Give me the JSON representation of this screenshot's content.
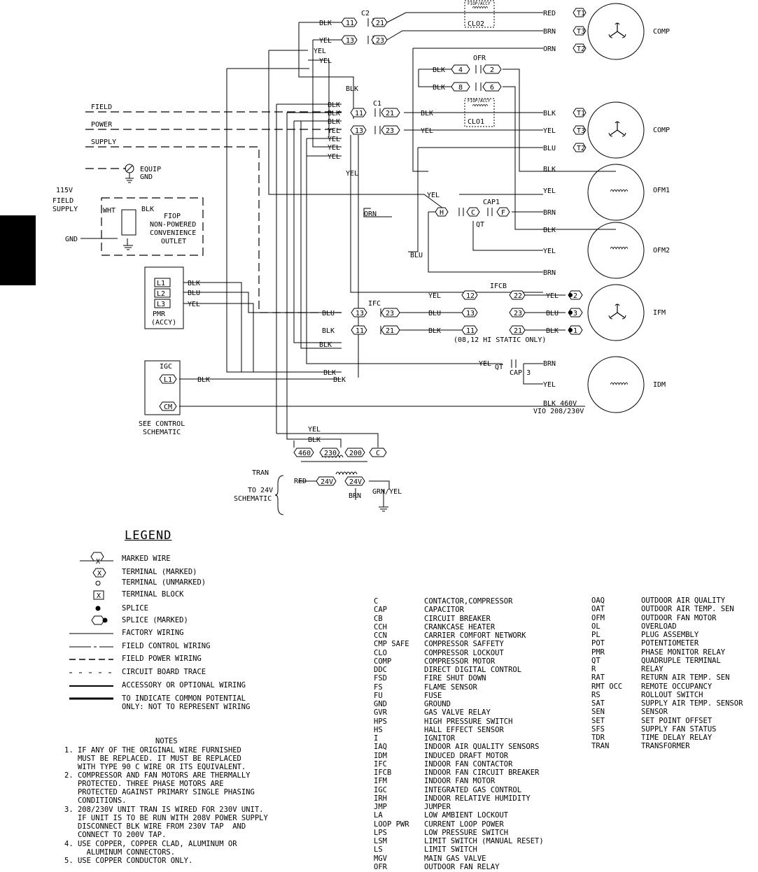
{
  "wire_colors": {
    "blk": "BLK",
    "yel": "YEL",
    "blu": "BLU",
    "brn": "BRN",
    "red": "RED",
    "orn": "ORN",
    "wht": "WHT",
    "blk_460": "BLK 460V",
    "vio": "VIO 208/230V",
    "grn_yel": "GRN/YEL"
  },
  "components": {
    "comp": "COMP",
    "ofm1": "OFM1",
    "ofm2": "OFM2",
    "ifm": "IFM",
    "idm": "IDM",
    "c1": "C1",
    "c2": "C2",
    "ofr": "OFR",
    "cap1": "CAP1",
    "cap3": "CAP 3",
    "ifc": "IFC",
    "ifcb": "IFCB",
    "igc": "IGC",
    "tran": "TRAN",
    "qt": "QT",
    "clo1": "CLO1",
    "clo2": "CLO2",
    "fiop_accy": "FIOP/ACCY",
    "pmr_line1": "PMR",
    "pmr_line2": "(ACCY)",
    "hi_static": "(08,12 HI STATIC ONLY)"
  },
  "field_labels": {
    "field": "FIELD",
    "power": "POWER",
    "supply": "SUPPLY",
    "equip": "EQUIP",
    "gnd": "GND",
    "v115": "115V",
    "field_supply_1": "FIELD",
    "field_supply_2": "SUPPLY",
    "fiop_1": "FIOP",
    "fiop_2": "NON-POWERED",
    "fiop_3": "CONVENIENCE",
    "fiop_4": "OUTLET",
    "see_control_1": "SEE CONTROL",
    "see_control_2": "SCHEMATIC",
    "to_24v_1": "TO 24V",
    "to_24v_2": "SCHEMATIC"
  },
  "terminals": {
    "t1": "T1",
    "t2": "T2",
    "t3": "T3",
    "l1": "L1",
    "l2": "L2",
    "l3": "L3",
    "cm": "CM",
    "n11": "11",
    "n13": "13",
    "n21": "21",
    "n23": "23",
    "n4": "4",
    "n2": "2",
    "n8": "8",
    "n6": "6",
    "n12": "12",
    "n22": "22",
    "n1": "1",
    "n3": "3",
    "h": "H",
    "c": "C",
    "f": "F",
    "v460": "460",
    "v230": "230",
    "v200": "200",
    "v24": "24V"
  },
  "legend": {
    "title": "LEGEND",
    "x": "X",
    "items": [
      "MARKED WIRE",
      "TERMINAL (MARKED)",
      "TERMINAL (UNMARKED)",
      "TERMINAL BLOCK",
      "SPLICE",
      "SPLICE (MARKED)",
      "FACTORY WIRING",
      "FIELD CONTROL WIRING",
      "FIELD POWER WIRING",
      "CIRCUIT BOARD TRACE",
      "ACCESSORY OR OPTIONAL WIRING",
      "TO INDICATE COMMON POTENTIAL",
      "ONLY: NOT TO REPRESENT WIRING"
    ]
  },
  "notes": {
    "title": "NOTES",
    "items": [
      "1. IF ANY OF THE ORIGINAL WIRE FURNISHED\n   MUST BE REPLACED. IT MUST BE REPLACED\n   WITH TYPE 90 C WIRE OR ITS EQUIVALENT.",
      "2. COMPRESSOR AND FAN MOTORS ARE THERMALLY\n   PROTECTED. THREE PHASE MOTORS ARE\n   PROTECTED AGAINST PRIMARY SINGLE PHASING\n   CONDITIONS.",
      "3. 208/230V UNIT TRAN IS WIRED FOR 230V UNIT.\n   IF UNIT IS TO BE RUN WITH 208V POWER SUPPLY\n   DISCONNECT BLK WIRE FROM 230V TAP  AND\n   CONNECT TO 200V TAP.",
      "4. USE COPPER, COPPER CLAD, ALUMINUM OR\n     ALUMINUM CONNECTORS.",
      "5. USE COPPER CONDUCTOR ONLY."
    ]
  },
  "abbreviations_left": [
    {
      "abbr": "C",
      "meaning": "CONTACTOR,COMPRESSOR"
    },
    {
      "abbr": "CAP",
      "meaning": "CAPACITOR"
    },
    {
      "abbr": "CB",
      "meaning": "CIRCUIT BREAKER"
    },
    {
      "abbr": "CCH",
      "meaning": "CRANKCASE HEATER"
    },
    {
      "abbr": "CCN",
      "meaning": "CARRIER COMFORT NETWORK"
    },
    {
      "abbr": "CMP SAFE",
      "meaning": "COMPRESSOR SAFFETY"
    },
    {
      "abbr": "CLO",
      "meaning": "COMPRESSOR LOCKOUT"
    },
    {
      "abbr": "COMP",
      "meaning": "COMPRESSOR MOTOR"
    },
    {
      "abbr": "DDC",
      "meaning": "DIRECT DIGITAL CONTROL"
    },
    {
      "abbr": "FSD",
      "meaning": "FIRE SHUT DOWN"
    },
    {
      "abbr": "FS",
      "meaning": "FLAME SENSOR"
    },
    {
      "abbr": "FU",
      "meaning": "FUSE"
    },
    {
      "abbr": "GND",
      "meaning": "GROUND"
    },
    {
      "abbr": "GVR",
      "meaning": "GAS VALVE RELAY"
    },
    {
      "abbr": "HPS",
      "meaning": "HIGH PRESSURE SWITCH"
    },
    {
      "abbr": "HS",
      "meaning": "HALL EFFECT SENSOR"
    },
    {
      "abbr": "I",
      "meaning": "IGNITOR"
    },
    {
      "abbr": "IAQ",
      "meaning": "INDOOR AIR QUALITY SENSORS"
    },
    {
      "abbr": "IDM",
      "meaning": "INDUCED DRAFT MOTOR"
    },
    {
      "abbr": "IFC",
      "meaning": "INDOOR FAN CONTACTOR"
    },
    {
      "abbr": "IFCB",
      "meaning": "INDOOR FAN CIRCUIT BREAKER"
    },
    {
      "abbr": "IFM",
      "meaning": "INDOOR FAN MOTOR"
    },
    {
      "abbr": "IGC",
      "meaning": "INTEGRATED GAS CONTROL"
    },
    {
      "abbr": "IRH",
      "meaning": "INDOOR RELATIVE HUMIDITY"
    },
    {
      "abbr": "JMP",
      "meaning": "JUMPER"
    },
    {
      "abbr": "LA",
      "meaning": "LOW AMBIENT LOCKOUT"
    },
    {
      "abbr": "LOOP PWR",
      "meaning": "CURRENT LOOP POWER"
    },
    {
      "abbr": "LPS",
      "meaning": "LOW PRESSURE SWITCH"
    },
    {
      "abbr": "LSM",
      "meaning": "LIMIT SWITCH (MANUAL RESET)"
    },
    {
      "abbr": "LS",
      "meaning": "LIMIT SWITCH"
    },
    {
      "abbr": "MGV",
      "meaning": "MAIN GAS VALVE"
    },
    {
      "abbr": "OFR",
      "meaning": "OUTDOOR FAN RELAY"
    }
  ],
  "abbreviations_right": [
    {
      "abbr": "OAQ",
      "meaning": "OUTDOOR AIR QUALITY"
    },
    {
      "abbr": "OAT",
      "meaning": "OUTDOOR AIR TEMP. SEN"
    },
    {
      "abbr": "OFM",
      "meaning": "OUTDOOR FAN MOTOR"
    },
    {
      "abbr": "OL",
      "meaning": "OVERLOAD"
    },
    {
      "abbr": "PL",
      "meaning": "PLUG ASSEMBLY"
    },
    {
      "abbr": "POT",
      "meaning": "POTENTIOMETER"
    },
    {
      "abbr": "PMR",
      "meaning": "PHASE MONITOR RELAY"
    },
    {
      "abbr": "QT",
      "meaning": "QUADRUPLE TERMINAL"
    },
    {
      "abbr": "R",
      "meaning": "RELAY"
    },
    {
      "abbr": "RAT",
      "meaning": "RETURN AIR TEMP. SEN"
    },
    {
      "abbr": "RMT OCC",
      "meaning": "REMOTE OCCUPANCY"
    },
    {
      "abbr": "RS",
      "meaning": "ROLLOUT SWITCH"
    },
    {
      "abbr": "SAT",
      "meaning": "SUPPLY AIR TEMP. SENSOR"
    },
    {
      "abbr": "SEN",
      "meaning": "SENSOR"
    },
    {
      "abbr": "SET",
      "meaning": "SET POINT OFFSET"
    },
    {
      "abbr": "SFS",
      "meaning": "SUPPLY FAN STATUS"
    },
    {
      "abbr": "TDR",
      "meaning": "TIME DELAY RELAY"
    },
    {
      "abbr": "TRAN",
      "meaning": "TRANSFORMER"
    }
  ]
}
